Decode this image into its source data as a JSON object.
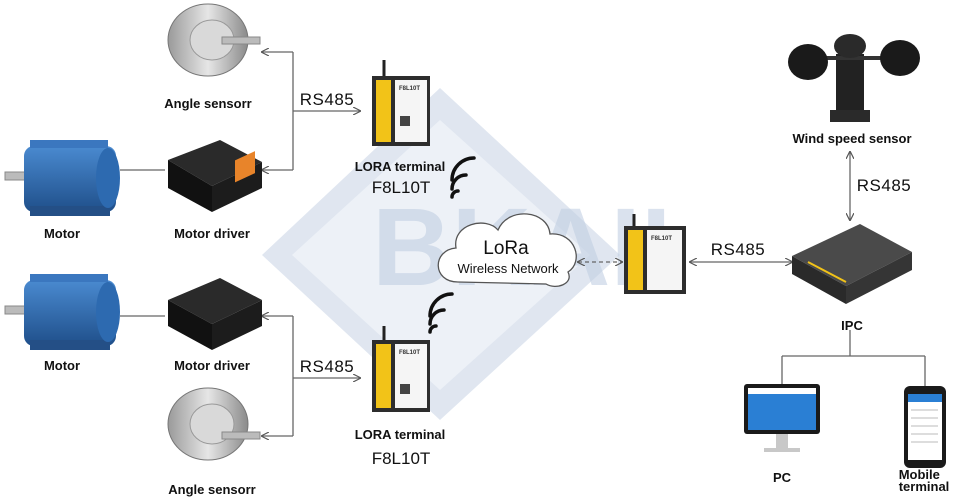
{
  "watermark": {
    "text": "BKAII",
    "color": "#8fa8cc"
  },
  "nodes": {
    "angle_sensor_top": {
      "label": "Angle sensorr"
    },
    "motor_top": {
      "label": "Motor"
    },
    "motor_driver_top": {
      "label": "Motor driver"
    },
    "lora_terminal_top": {
      "label": "LORA terminal",
      "model": "F8L10T",
      "device_text": "F8L10T"
    },
    "motor_bottom": {
      "label": "Motor"
    },
    "motor_driver_bottom": {
      "label": "Motor driver"
    },
    "angle_sensor_bottom": {
      "label": "Angle sensorr"
    },
    "lora_terminal_bottom": {
      "label": "LORA terminal",
      "model": "F8L10T",
      "device_text": "F8L10T"
    },
    "lora_gateway": {
      "device_text": "F8L10T"
    },
    "cloud": {
      "title": "LoRa",
      "subtitle": "Wireless Network"
    },
    "wind_speed_sensor": {
      "label": "Wind speed sensor"
    },
    "ipc": {
      "label": "IPC"
    },
    "pc": {
      "label": "PC"
    },
    "mobile_terminal": {
      "label_line1": "Mobile",
      "label_line2": "terminal"
    }
  },
  "links": {
    "rs485_top": "RS485",
    "rs485_bottom": "RS485",
    "rs485_gateway_ipc": "RS485",
    "rs485_wind_ipc": "RS485"
  },
  "colors": {
    "motor_blue": "#2f6fb5",
    "driver_orange": "#e8842a",
    "terminal_yellow": "#f2c318",
    "line": "#666666"
  }
}
